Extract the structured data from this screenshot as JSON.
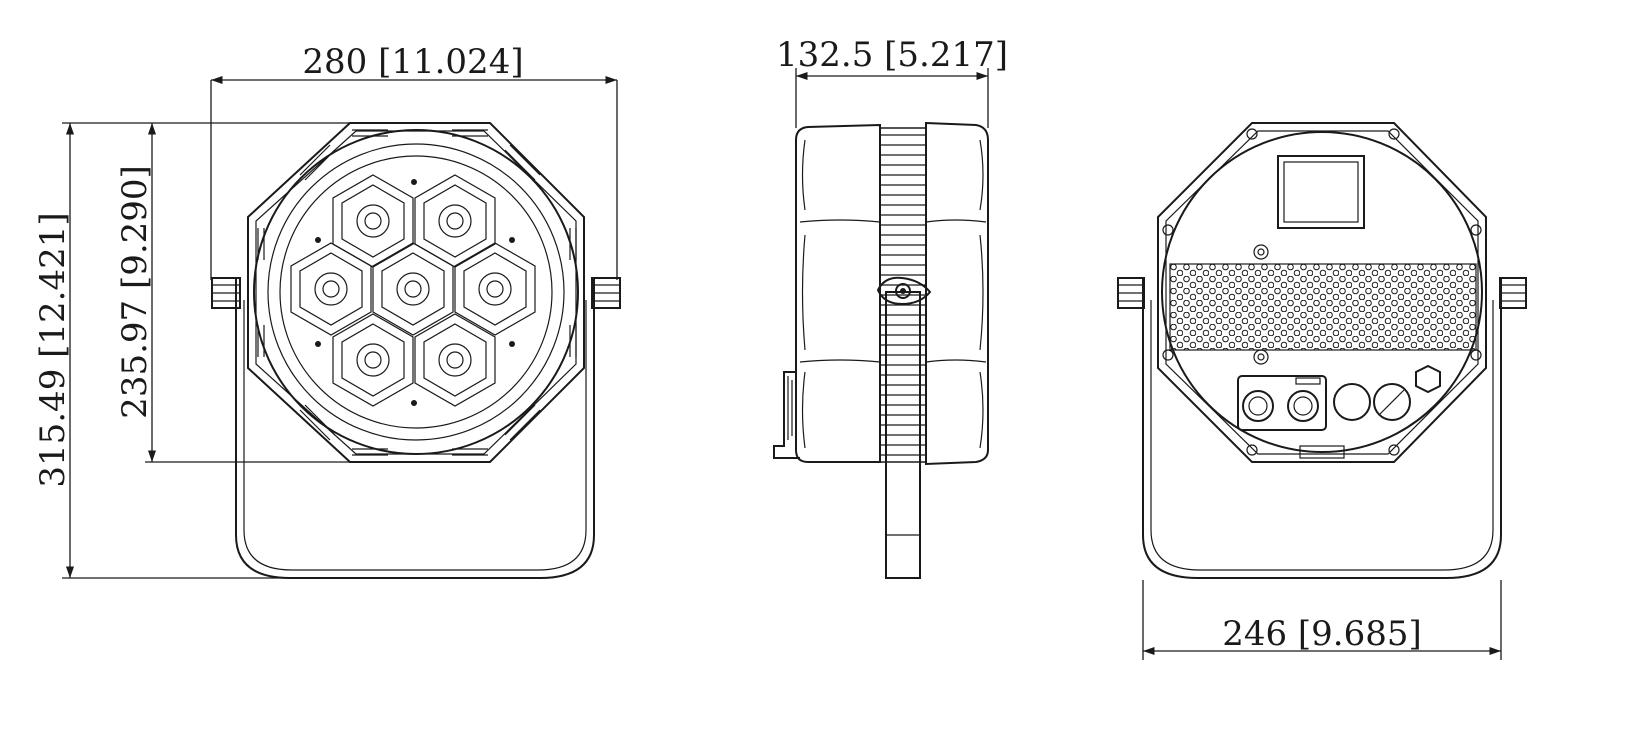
{
  "dimensions": {
    "front_width": "280 [11.024]",
    "front_total_height": "315.49 [12.421]",
    "front_head_height": "235.97 [9.290]",
    "side_depth": "132.5 [5.217]",
    "rear_bracket_width": "246 [9.685]"
  },
  "colors": {
    "line": "#1a1a1a",
    "background": "#ffffff"
  }
}
